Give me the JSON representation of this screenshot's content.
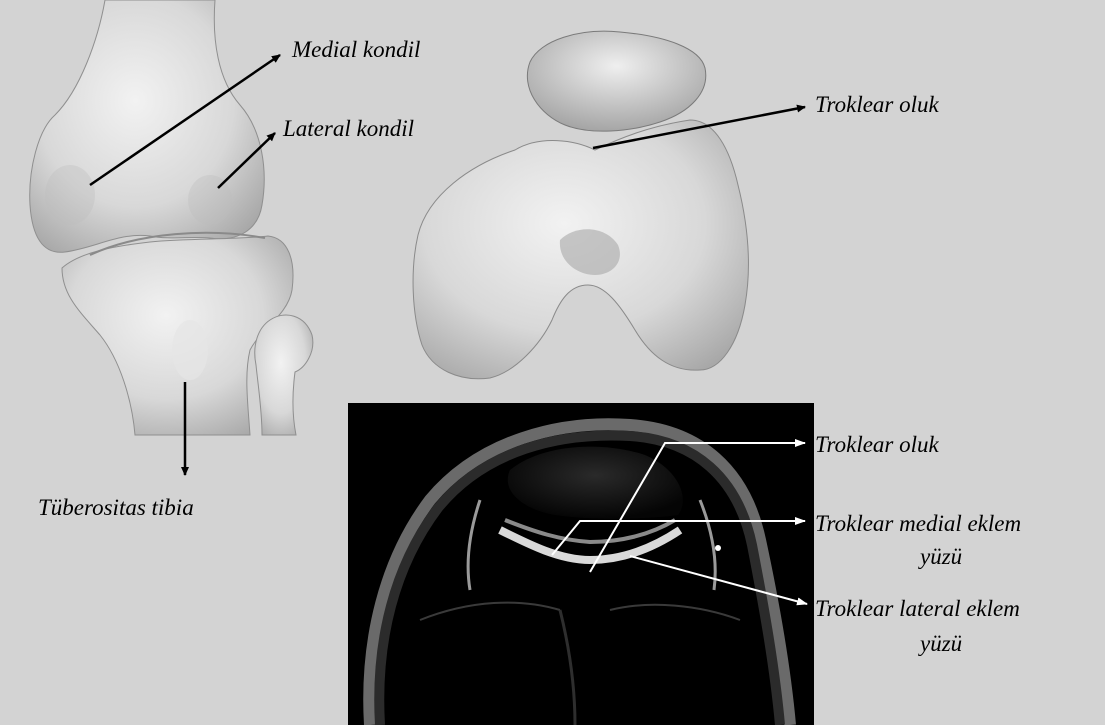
{
  "labels": {
    "medial_kondil": "Medial kondil",
    "lateral_kondil": "Lateral kondil",
    "tuberositas_tibia": "Tüberositas tibia",
    "troklear_oluk_top": "Troklear oluk",
    "troklear_oluk_mri": "Troklear oluk",
    "troklear_medial_line1": "Troklear medial eklem",
    "troklear_medial_line2": "yüzü",
    "troklear_lateral_line1": "Troklear lateral eklem",
    "troklear_lateral_line2": "yüzü"
  },
  "colors": {
    "background": "#d3d3d3",
    "bone": "#dcdcdc",
    "bone_shadow": "#9a9a9a",
    "mri_background": "#000000",
    "annotation_dark": "#000000",
    "annotation_light": "#ffffff"
  }
}
